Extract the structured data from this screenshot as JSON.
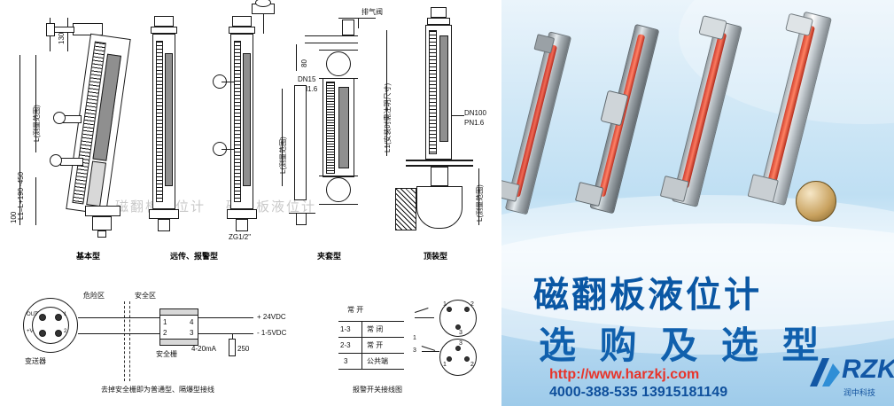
{
  "left_panel": {
    "title_labels": {
      "basic": "基本型",
      "remote": "远传、报警型",
      "jacket": "夹套型",
      "top": "顶装型"
    },
    "dimensions": {
      "d130": "130",
      "d80": "80",
      "d100": "100",
      "L_range_1": "L(测量范围)",
      "L_range_2": "L(测量范围)",
      "L_range_3": "L(测量范围)",
      "L_range_4": "L(测量范围)",
      "L_total": "L1=L+190~450",
      "L1_note": "L1(安装时需注明尺寸)",
      "zg": "ZG1/2\""
    },
    "callouts": {
      "vent_valve": "排气阀",
      "dn15": "DN15",
      "pn16": "PN1.6",
      "dn100": "DN100",
      "pn16b": "PN1.6"
    },
    "watermark": "磁翻板液位计"
  },
  "wiring_panel": {
    "zone_danger": "危险区",
    "zone_safe": "安全区",
    "transmitter": "变送器",
    "safety_barrier": "安全栅",
    "out_plus": "+ 24VDC",
    "out_minus": "- 1-5VDC",
    "signal": "4-20mA",
    "resistor": "250",
    "terminals": [
      "1",
      "2",
      "3",
      "4"
    ],
    "device_pins": [
      "OUT",
      "+V",
      "1",
      "2"
    ],
    "caption": "去掉安全栅即为普通型、隔爆型接线"
  },
  "switch_panel": {
    "header": "常 开",
    "rows": [
      {
        "no": "1-3",
        "desc": "常 闭"
      },
      {
        "no": "2-3",
        "desc": "常 开"
      },
      {
        "no": "3",
        "desc": "公共端"
      }
    ],
    "pins_top": [
      "1",
      "3",
      "2"
    ],
    "pins_bottom": [
      "1",
      "3",
      "2"
    ],
    "caption": "报警开关接线图"
  },
  "right_panel": {
    "title_line1": "磁翻板液位计",
    "title_line2": "选 购 及 选 型",
    "url": "http://www.harzkj.com",
    "phone": "4000-388-535  13915181149",
    "logo_letters": "RZKJ",
    "logo_sub": "润中科技"
  }
}
